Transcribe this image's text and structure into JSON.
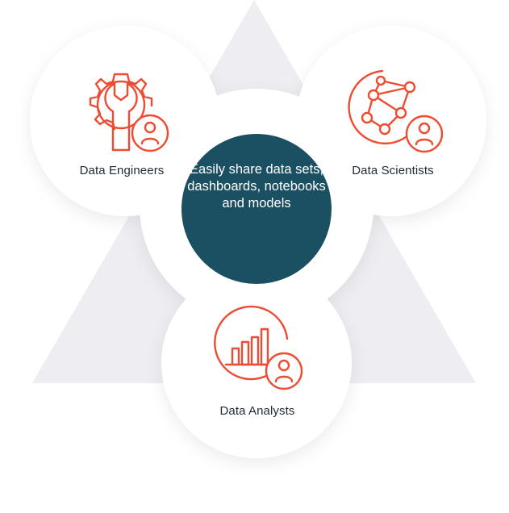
{
  "diagram": {
    "center_text": "Easily share data sets, dashboards, notebooks and models",
    "nodes": [
      {
        "id": "engineers",
        "label": "Data Engineers",
        "icon": "gear-wrench-user-icon"
      },
      {
        "id": "scientists",
        "label": "Data Scientists",
        "icon": "network-user-icon"
      },
      {
        "id": "analysts",
        "label": "Data Analysts",
        "icon": "bar-chart-user-icon"
      }
    ]
  },
  "colors": {
    "accent": "#ee4c32",
    "center": "#1b5062",
    "triangle": "#eeeef2",
    "card": "#ffffff",
    "text": "#1f2a33"
  }
}
